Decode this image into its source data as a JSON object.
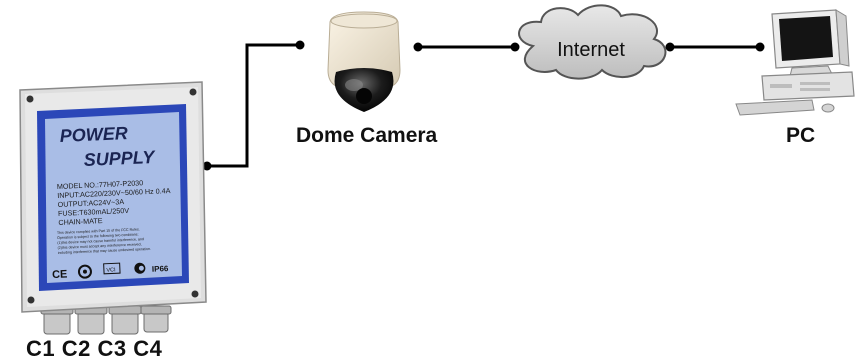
{
  "nodes": {
    "power_supply": {
      "title_line1": "POWER",
      "title_line2": "SUPPLY",
      "spec_lines": [
        "MODEL NO.:77H07-P2030",
        "INPUT:AC220/230V~50/60 Hz 0.4A",
        "OUTPUT:AC24V~3A",
        "FUSE:T630mAL/250V",
        "CHAIN-MATE"
      ],
      "notice_lines": [
        "This device complies with Part 15 of the FCC Rules.",
        "Operation is subject to the following two conditions:",
        "(1)this device may not cause harmful interference, and",
        "(2)this device must accept any interference received,",
        "including interference that may cause undesired operation."
      ],
      "ce_mark": "CE",
      "vcci_mark": "VCI",
      "ip_rating": "IP66",
      "ports_label": "C1 C2 C3 C4"
    },
    "camera": {
      "label": "Dome Camera"
    },
    "cloud": {
      "label": "Internet"
    },
    "pc": {
      "label": "PC"
    }
  },
  "colors": {
    "enclosure": "#dcdcdc",
    "panel_blue": "#2b47b8",
    "panel_inner": "#a9bde6",
    "cable": "#000000",
    "cloud_fill": "#d4d4d4"
  }
}
